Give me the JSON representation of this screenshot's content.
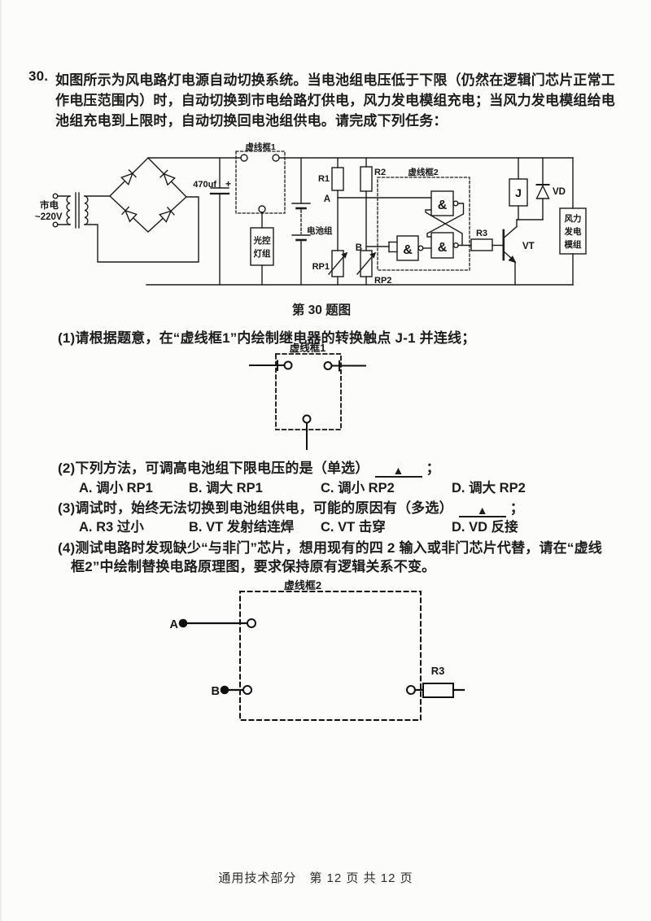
{
  "intro": {
    "number": "30.",
    "line1": "如图所示为风电路灯电源自动切换系统。当电池组电压低于下限（仍然在逻辑门芯片正常工",
    "line2": "作电压范围内）时，自动切换到市电给路灯供电，风力发电模组充电；当风力发电模组给电",
    "line3": "池组充电到上限时，自动切换回电池组供电。请完成下列任务："
  },
  "figure": {
    "caption": "第 30 题图"
  },
  "questions": {
    "q1": {
      "text": "(1)请根据题意，在“虚线框1”内绘制继电器的转换触点 J-1 并连线；"
    },
    "q2": {
      "text": "(2)下列方法，可调高电池组下限电压的是（单选）",
      "blank": "▲",
      "suffix": "；",
      "options": [
        "A. 调小 RP1",
        "B. 调大 RP1",
        "C. 调小 RP2",
        "D. 调大 RP2"
      ]
    },
    "q3": {
      "text": "(3)调试时，始终无法切换到电池组供电，可能的原因有（多选）",
      "blank": "▲",
      "suffix": "；",
      "options": [
        "A. R3 过小",
        "B. VT 发射结连焊",
        "C. VT 击穿",
        "D. VD 反接"
      ]
    },
    "q4": {
      "line1": "(4)测试电路时发现缺少“与非门”芯片，想用现有的四 2 输入或非门芯片代替，请在“虚线",
      "line2": "框2”中绘制替换电路原理图，要求保持原有逻辑关系不变。"
    }
  },
  "circuit": {
    "mains": "市电",
    "voltage": "~220V",
    "capacitor": "470uf",
    "plus": "+",
    "dashed_box1": "虚线框1",
    "light_box_line1": "光控",
    "light_box_line2": "灯组",
    "battery": "电池组",
    "r1": "R1",
    "r2": "R2",
    "node_a": "A",
    "node_b": "B",
    "rp1": "RP1",
    "rp2": "RP2",
    "dashed_box2": "虚线框2",
    "amp": "&",
    "r3": "R3",
    "vt": "VT",
    "relay_j": "J",
    "vd": "VD",
    "wind_line1": "风力",
    "wind_line2": "发电",
    "wind_line3": "模组"
  },
  "practice1": {
    "title": "虚线框1"
  },
  "practice2": {
    "title": "虚线框2",
    "node_a": "A",
    "node_b": "B",
    "r3": "R3"
  },
  "footer": {
    "text": "通用技术部分　第 12 页 共 12 页"
  }
}
